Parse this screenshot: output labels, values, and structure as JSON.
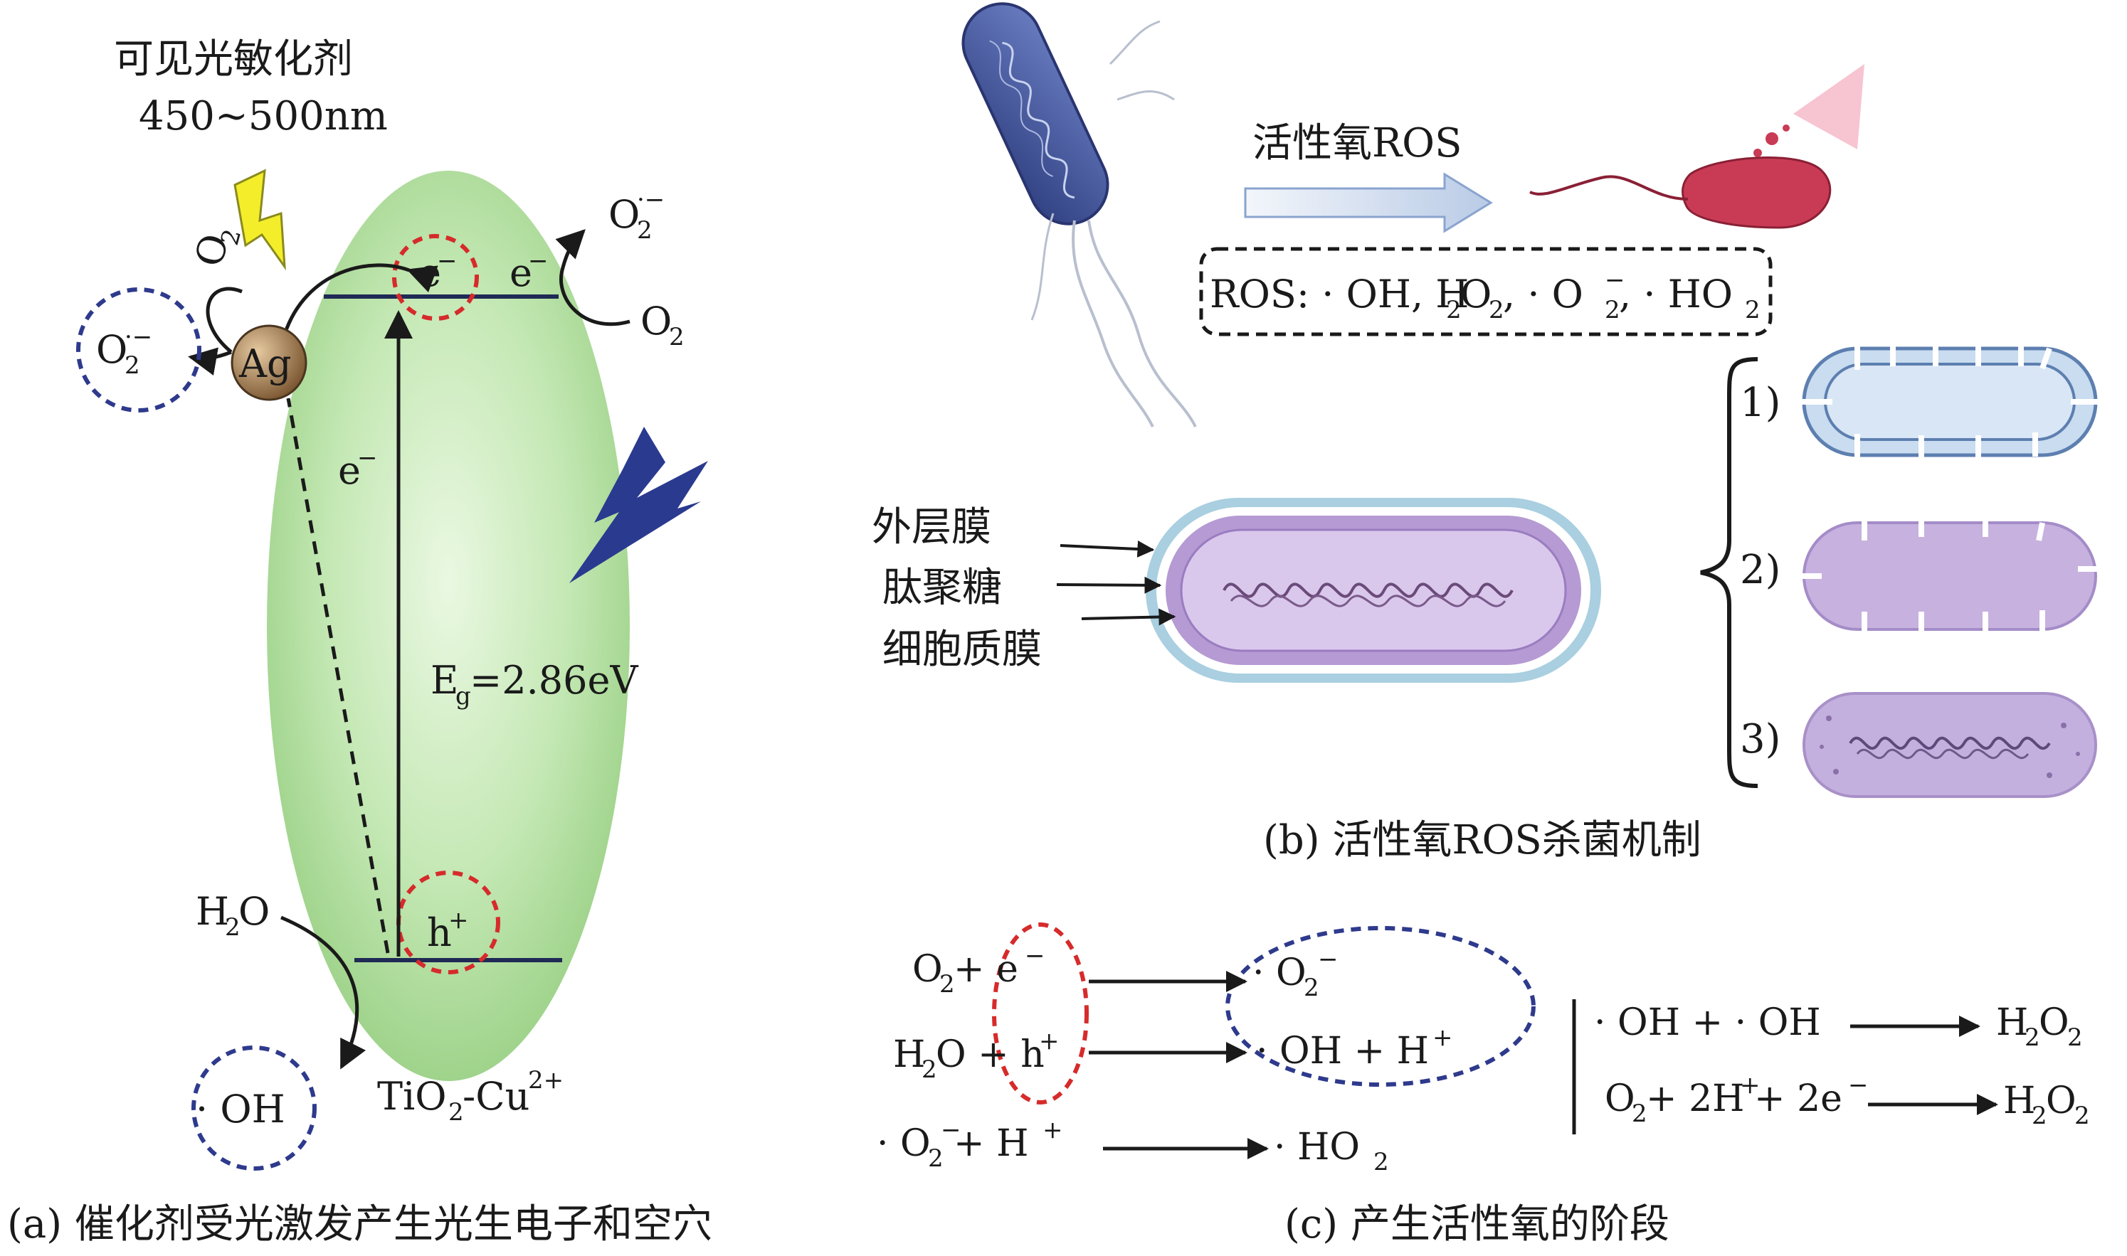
{
  "panel_a": {
    "sensitizer_label": "可见光敏化剂",
    "wavelength": "450~500nm",
    "ag": "Ag",
    "o2_top_right": "O",
    "o2_top_right_sub": "2",
    "o2_top_right_sup": "·−",
    "o2_right": "O",
    "o2_right_sub": "2",
    "o2_arrow_left": "O",
    "o2_arrow_left_sub": "2",
    "o2_left_circle": "O",
    "o2_left_circle_sub": "2",
    "o2_left_circle_sup": "·−",
    "e_cb_1": "e",
    "e_cb_2": "e",
    "e_mid": "e",
    "minus": "−",
    "eg_main": "E",
    "eg_sub": "g",
    "eg_value": "=2.86eV",
    "hole": "h",
    "plus": "+",
    "h2o": "H",
    "h2o_sub": "2",
    "h2o_o": "O",
    "oh": "· OH",
    "material": "TiO",
    "material_sub": "2",
    "material_rest": "-Cu",
    "material_sup": "2+",
    "caption": "(a) 催化剂受光激发产生光生电子和空穴"
  },
  "panel_b": {
    "ros_arrow_label": "活性氧ROS",
    "ros_list_prefix": "ROS: · OH, H",
    "ros_list_sub1": "2",
    "ros_list_mid1": "O",
    "ros_list_sub2": "2",
    "ros_list_mid2": ", · O",
    "ros_list_sub3": "2",
    "ros_list_sup3": "−",
    "ros_list_end": ", · HO",
    "ros_list_sub4": "2",
    "layer_outer": "外层膜",
    "layer_peptido": "肽聚糖",
    "layer_cyto": "细胞质膜",
    "step1": "1)",
    "step2": "2)",
    "step3": "3)",
    "caption": "(b) 活性氧ROS杀菌机制"
  },
  "panel_c": {
    "r1_left": "O",
    "r1_left_sub": "2",
    "r1_left_rest": " + e",
    "r1_left_sup": "−",
    "r1_right": "· O",
    "r1_right_sub": "2",
    "r1_right_sup": "−",
    "r2_left": "H",
    "r2_left_sub": "2",
    "r2_left_rest": "O + h",
    "r2_left_sup": "+",
    "r2_right": "· OH + H",
    "r2_right_sup": "+",
    "r3_left": "· O",
    "r3_left_sub": "2",
    "r3_left_sup": "−",
    "r3_left_rest": " + H",
    "r3_left_sup2": "+",
    "r3_right": "· HO",
    "r3_right_sub": "2",
    "r4_left": "· OH + · OH",
    "r4_right": "H",
    "r4_right_sub": "2",
    "r4_right_o": "O",
    "r4_right_sub2": "2",
    "r5_left": "O",
    "r5_left_sub": "2",
    "r5_left_mid": " + 2H",
    "r5_left_sup": "+",
    "r5_left_mid2": " + 2e",
    "r5_left_sup2": "−",
    "r5_right": "H",
    "r5_right_sub": "2",
    "r5_right_o": "O",
    "r5_right_sub2": "2",
    "caption": "(c) 产生活性氧的阶段"
  },
  "colors": {
    "ellipse_green": "#b9e3a8",
    "red_dash": "#d62b2b",
    "blue_dash": "#2e3a8c",
    "bacteria_blue": "#3d4f94",
    "bacteria_red": "#c93b55",
    "membrane_purple": "#b59ad3",
    "membrane_blue": "#a9cfe0"
  }
}
